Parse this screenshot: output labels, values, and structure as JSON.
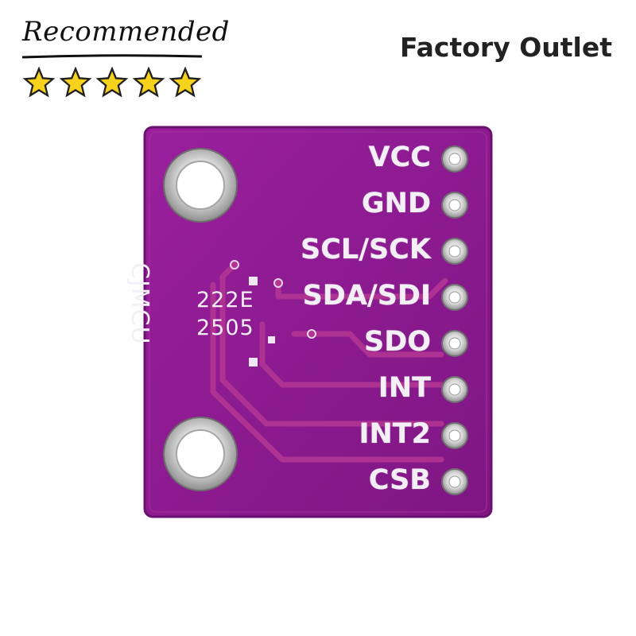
{
  "badge": {
    "text": "Recommended",
    "rating": 5,
    "star_color": "#f6d21c"
  },
  "corner_label": "Factory Outlet",
  "board": {
    "color": "#8b1a8f",
    "brand": "CJMCU",
    "code_line1": "222E",
    "code_line2": "2505",
    "pins": [
      {
        "label": "VCC"
      },
      {
        "label": "GND"
      },
      {
        "label": "SCL/SCK"
      },
      {
        "label": "SDA/SDI"
      },
      {
        "label": "SDO"
      },
      {
        "label": "INT"
      },
      {
        "label": "INT2"
      },
      {
        "label": "CSB"
      }
    ]
  }
}
